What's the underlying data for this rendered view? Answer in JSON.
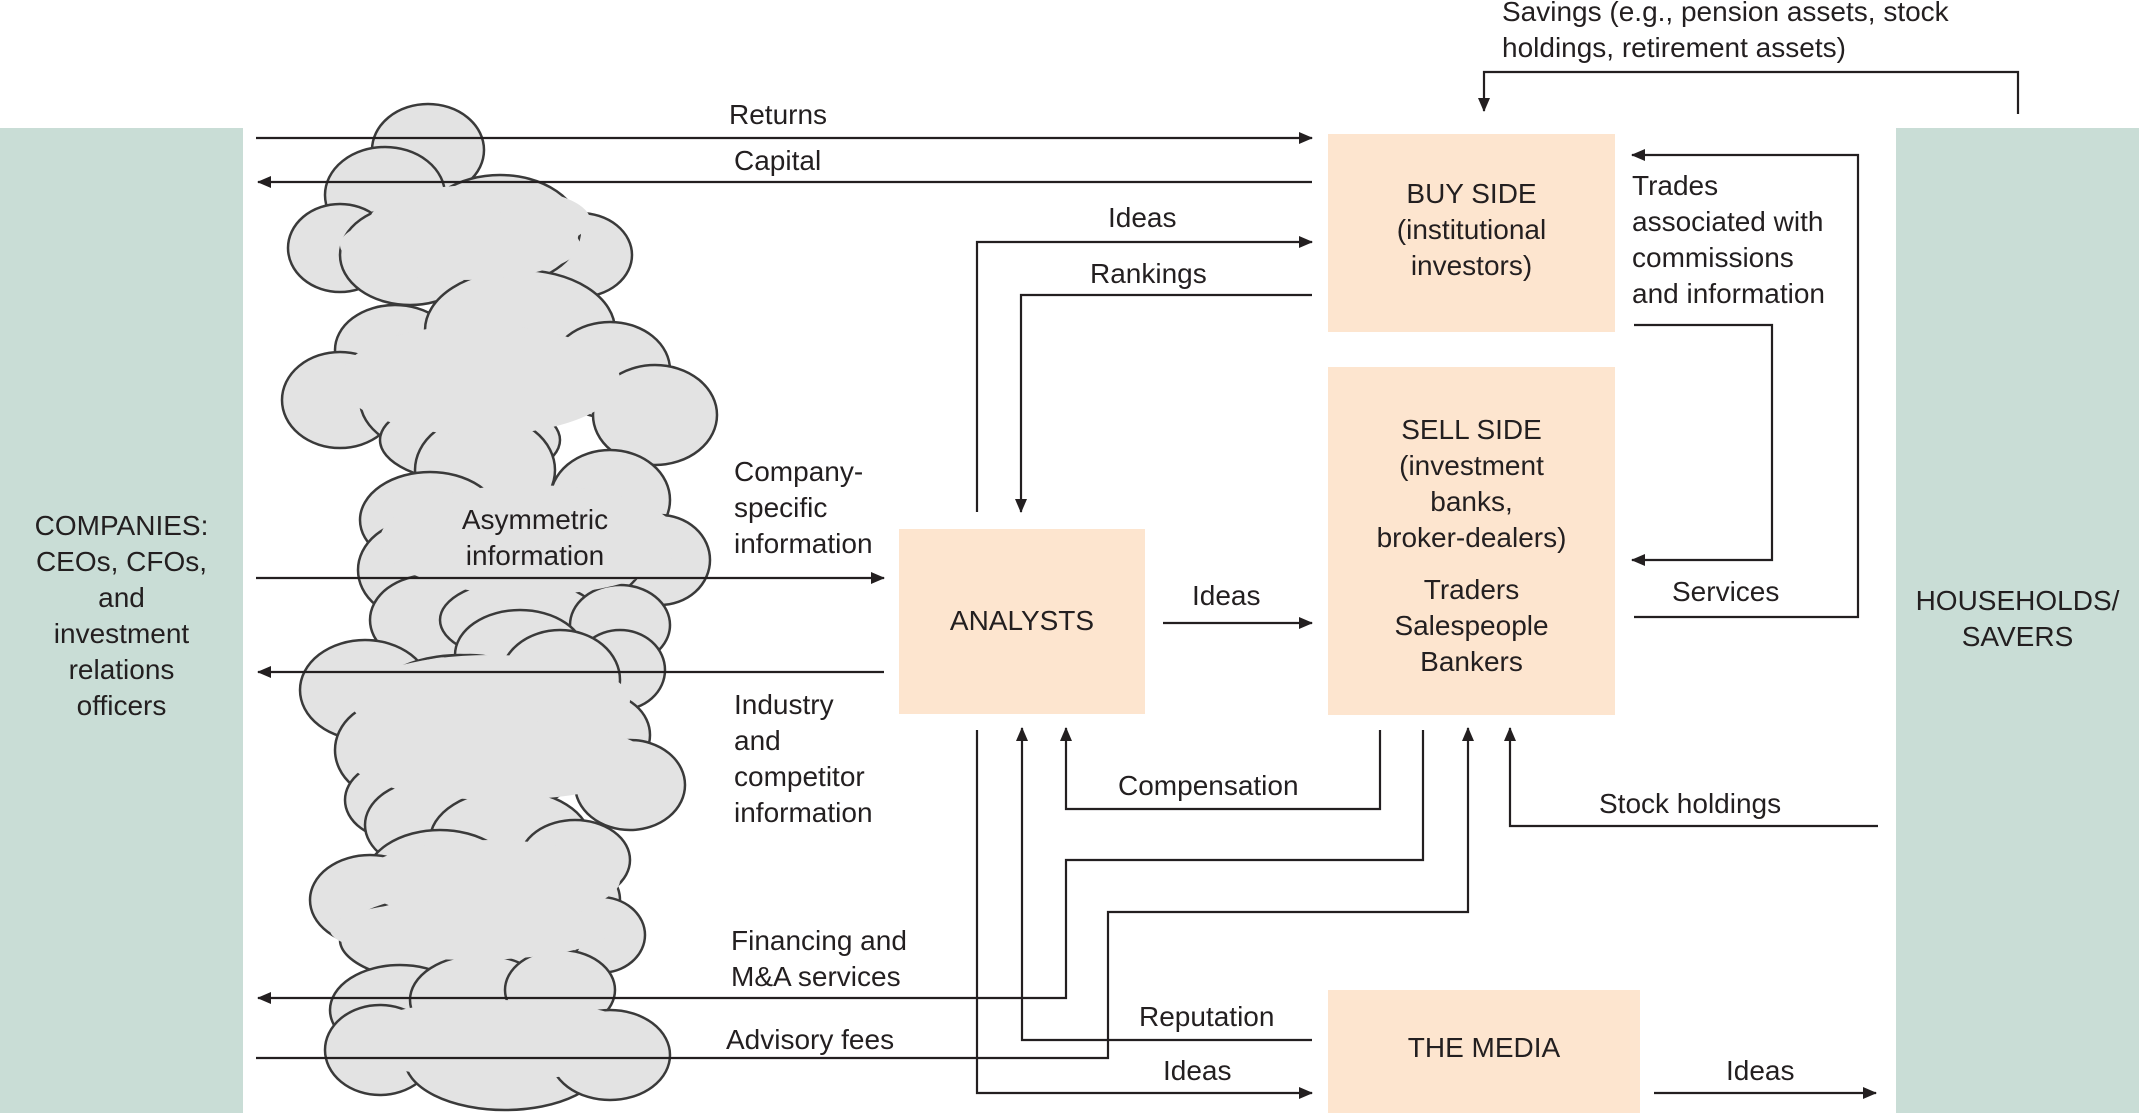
{
  "colors": {
    "side_panel": "#c9ddd6",
    "box_fill": "#fde5cf",
    "cloud_fill": "#e3e3e3",
    "line": "#231f20"
  },
  "nodes": {
    "companies": "COMPANIES:\nCEOs, CFOs,\nand\ninvestment\nrelations\nofficers",
    "households": "HOUSEHOLDS/\nSAVERS",
    "buy_side": "BUY SIDE\n(institutional\ninvestors)",
    "sell_side": "SELL SIDE\n(investment\nbanks,\nbroker-dealers)",
    "sell_side_roles": "Traders\nSalespeople\nBankers",
    "analysts": "ANALYSTS",
    "media": "THE MEDIA",
    "cloud": "Asymmetric\ninformation"
  },
  "flows": {
    "savings": "Savings (e.g., pension assets, stock\nholdings, retirement assets)",
    "returns": "Returns",
    "capital": "Capital",
    "ideas_to_buy": "Ideas",
    "rankings": "Rankings",
    "trades": "Trades\nassociated with\ncommissions\nand information",
    "company_info": "Company-\nspecific\ninformation",
    "ideas_to_sell": "Ideas",
    "services": "Services",
    "industry_info": "Industry\nand\ncompetitor\ninformation",
    "compensation": "Compensation",
    "stock_holdings": "Stock holdings",
    "financing": "Financing and\nM&A services",
    "reputation": "Reputation",
    "advisory_fees": "Advisory fees",
    "ideas_to_media": "Ideas",
    "ideas_to_households": "Ideas"
  }
}
